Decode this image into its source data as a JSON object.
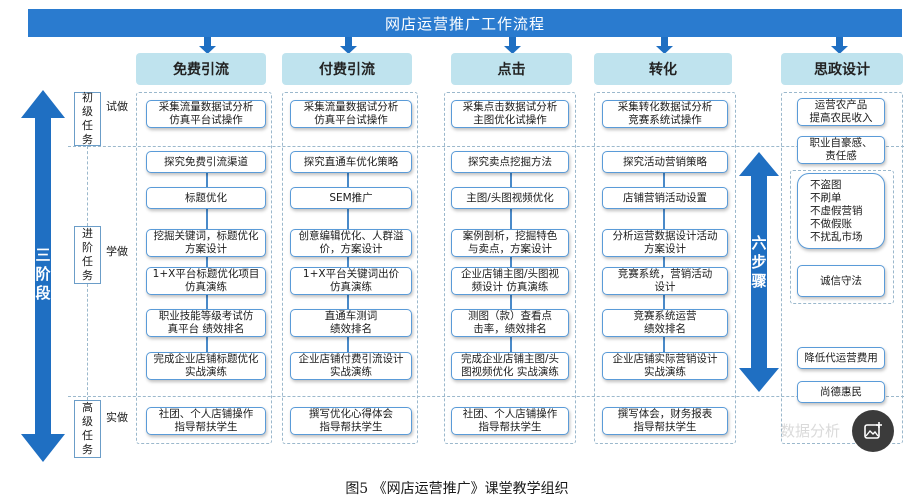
{
  "title": "网店运营推广工作流程",
  "columns": [
    {
      "header": "免费引流",
      "trial": "采集流量数据试分析\n仿真平台试操作",
      "learn": [
        "探究免费引流渠道",
        "标题优化",
        "挖掘关键词，标题优化\n方案设计",
        "1+X平台标题优化项目\n仿真演练",
        "职业技能等级考试仿\n真平台  绩效排名",
        "完成企业店铺标题优化\n实战演练"
      ],
      "practice": "社团、个人店铺操作\n指导帮扶学生"
    },
    {
      "header": "付费引流",
      "trial": "采集流量数据试分析\n仿真平台试操作",
      "learn": [
        "探究直通车优化策略",
        "SEM推广",
        "创意编辑优化、人群溢\n价，方案设计",
        "1+X平台关键词出价\n仿真演练",
        "直通车测词\n绩效排名",
        "企业店铺付费引流设计\n实战演练"
      ],
      "practice": "撰写优化心得体会\n指导帮扶学生"
    },
    {
      "header": "点击",
      "trial": "采集点击数据试分析\n主图优化试操作",
      "learn": [
        "探究卖点挖掘方法",
        "主图/头图视频优化",
        "案例剖析，挖掘特色\n与卖点，方案设计",
        "企业店铺主图/头图视\n频设计  仿真演练",
        "测图（款）查看点\n击率，绩效排名",
        "完成企业店铺主图/头\n图视频优化  实战演练"
      ],
      "practice": "社团、个人店铺操作\n指导帮扶学生"
    },
    {
      "header": "转化",
      "trial": "采集转化数据试分析\n竞赛系统试操作",
      "learn": [
        "探究活动营销策略",
        "店铺营销活动设置",
        "分析运营数据设计活动\n方案设计",
        "竞赛系统，营销活动\n设计",
        "竞赛系统运营\n绩效排名",
        "企业店铺实际营销设计\n实战演练"
      ],
      "practice": "撰写体会，财务报表\n指导帮扶学生"
    }
  ],
  "ideology": {
    "header": "思政设计",
    "items": [
      "运营农产品\n提高农民收入",
      "职业自豪感、\n责任感",
      "不盗图\n不刷单\n不虚假营销\n不做假账\n不扰乱市场",
      "诚信守法",
      "降低代运营费用",
      "尚德惠民"
    ]
  },
  "stages": [
    {
      "name": "初\n级\n任\n务",
      "mode": "试做"
    },
    {
      "name": "进\n阶\n任\n务",
      "mode": "学做"
    },
    {
      "name": "高\n级\n任\n务",
      "mode": "实做"
    }
  ],
  "left_arrow_label": "三\n阶\n段",
  "right_arrow_label": "六\n步\n骤",
  "watermark": "数据分析",
  "caption": "图5  《网店运营推广》课堂教学组织",
  "colors": {
    "banner": "#2a7bcf",
    "header_fill": "#bfe3ee",
    "arrow": "#1f6fc2",
    "box_border": "#5a9bd8"
  }
}
